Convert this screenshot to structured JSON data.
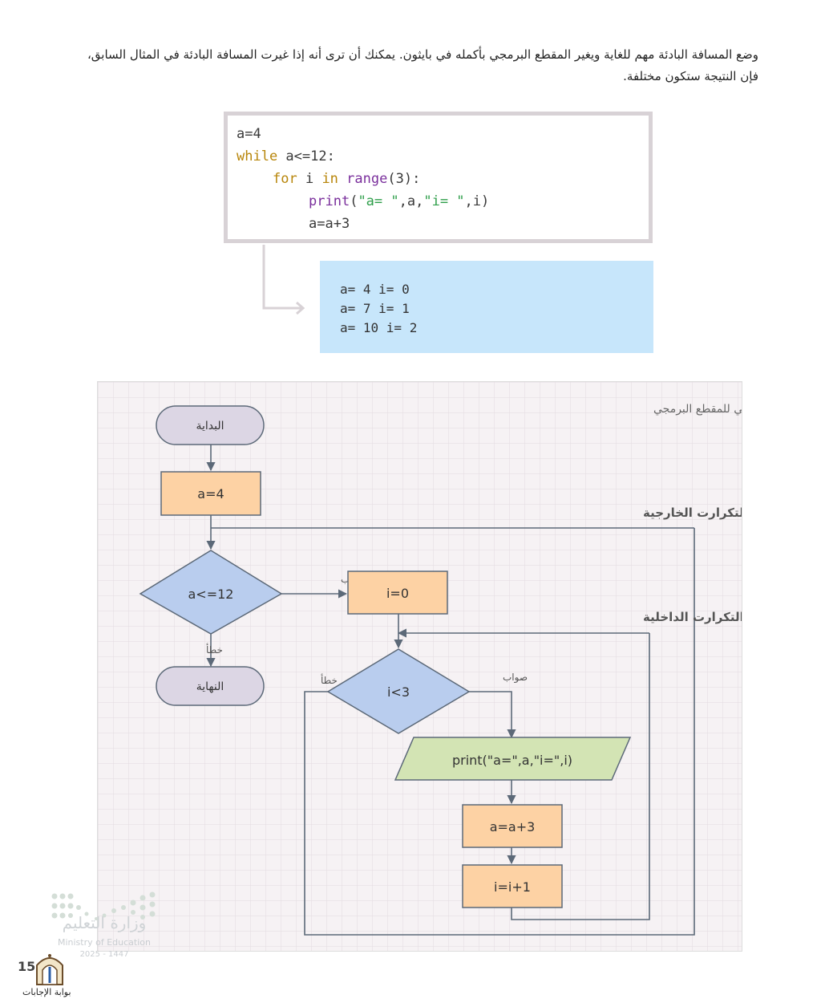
{
  "intro": {
    "line1": "وضع المسافة البادئة مهم للغاية ويغير المقطع البرمجي بأكمله في بايثون. يمكنك أن ترى أنه إذا غيرت المسافة البادئة في المثال السابق،",
    "line2": "فإن النتيجة ستكون مختلفة."
  },
  "code": {
    "l1": "a=4",
    "l2_kw": "while",
    "l2_rest": " a<=12:",
    "l3_kw1": "for",
    "l3_mid": " i ",
    "l3_kw2": "in",
    "l3_sp": " ",
    "l3_fn": "range",
    "l3_rest": "(3):",
    "l4_fn": "print",
    "l4_p1": "(",
    "l4_s1": "\"a= \"",
    "l4_p2": ",a,",
    "l4_s2": "\"i= \"",
    "l4_p3": ",i)",
    "l5": "a=a+3"
  },
  "output": {
    "lines": [
      "a= 4 i= 0",
      "a= 7 i= 1",
      "a= 10 i= 2"
    ]
  },
  "flowchart": {
    "title": "المخطّط الإنسيابي للمقطع البرمجي",
    "start": "البداية",
    "assign_a": "a=4",
    "outer_label": "التكرارت الخارجية",
    "cond_outer": "a<=12",
    "true_outer": "صواب",
    "false_outer": "خطأ",
    "end": "النهاية",
    "assign_i": "i=0",
    "inner_label": "التكرارت الداخلية",
    "cond_inner": "i<3",
    "true_inner": "صواب",
    "false_inner": "خطأ",
    "print_io": "print(\"a=\",a,\"i=\",i)",
    "incr_a": "a=a+3",
    "incr_i": "i=i+1"
  },
  "footer": {
    "ministry_ar": "وزارة التعليم",
    "ministry_en": "Ministry of Education",
    "year": "2025 - 1447",
    "page_number": "15",
    "portal": "بوابة الإجابات"
  },
  "colors": {
    "terminal": "#dcd6e4",
    "process": "#fdd2a4",
    "decision": "#b9cdee",
    "io": "#d3e4b4",
    "flow_line": "#5c6978",
    "output_bg": "#c7e6fb"
  }
}
